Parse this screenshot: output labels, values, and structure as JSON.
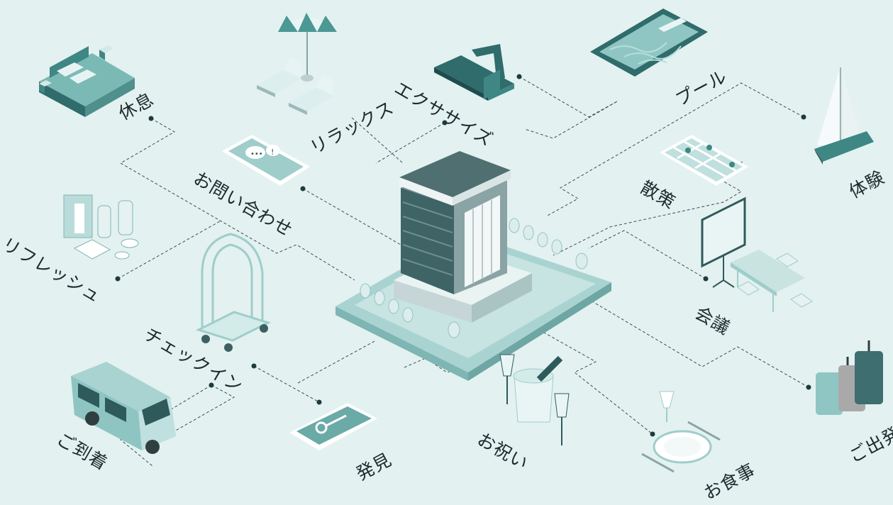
{
  "colors": {
    "background": "#e3f1f1",
    "teal": "#3e8784",
    "teal_light": "#9fcdca",
    "dark": "#2f5a5c",
    "line": "#3d4d4f"
  },
  "labels": {
    "rest": "休息",
    "relax": "リラックス",
    "exercise": "エクササイズ",
    "pool": "プール",
    "experience": "体験",
    "inquiry": "お問い合わせ",
    "walk": "散策",
    "refresh": "リフレッシュ",
    "meeting": "会議",
    "checkin": "チェックイン",
    "arrival": "ご到着",
    "discovery": "発見",
    "celebration": "お祝い",
    "dining": "お食事",
    "departure": "ご出発"
  },
  "icons": [
    "hotel-building-icon",
    "bed-icon",
    "beach-umbrella-icon",
    "treadmill-icon",
    "pool-icon",
    "sailboat-icon",
    "smartphone-chat-icon",
    "city-map-icon",
    "toiletries-icon",
    "projector-screen-icon",
    "meeting-table-icon",
    "luggage-cart-icon",
    "van-icon",
    "smartphone-key-icon",
    "champagne-bucket-icon",
    "dinner-plate-icon",
    "suitcases-icon"
  ]
}
